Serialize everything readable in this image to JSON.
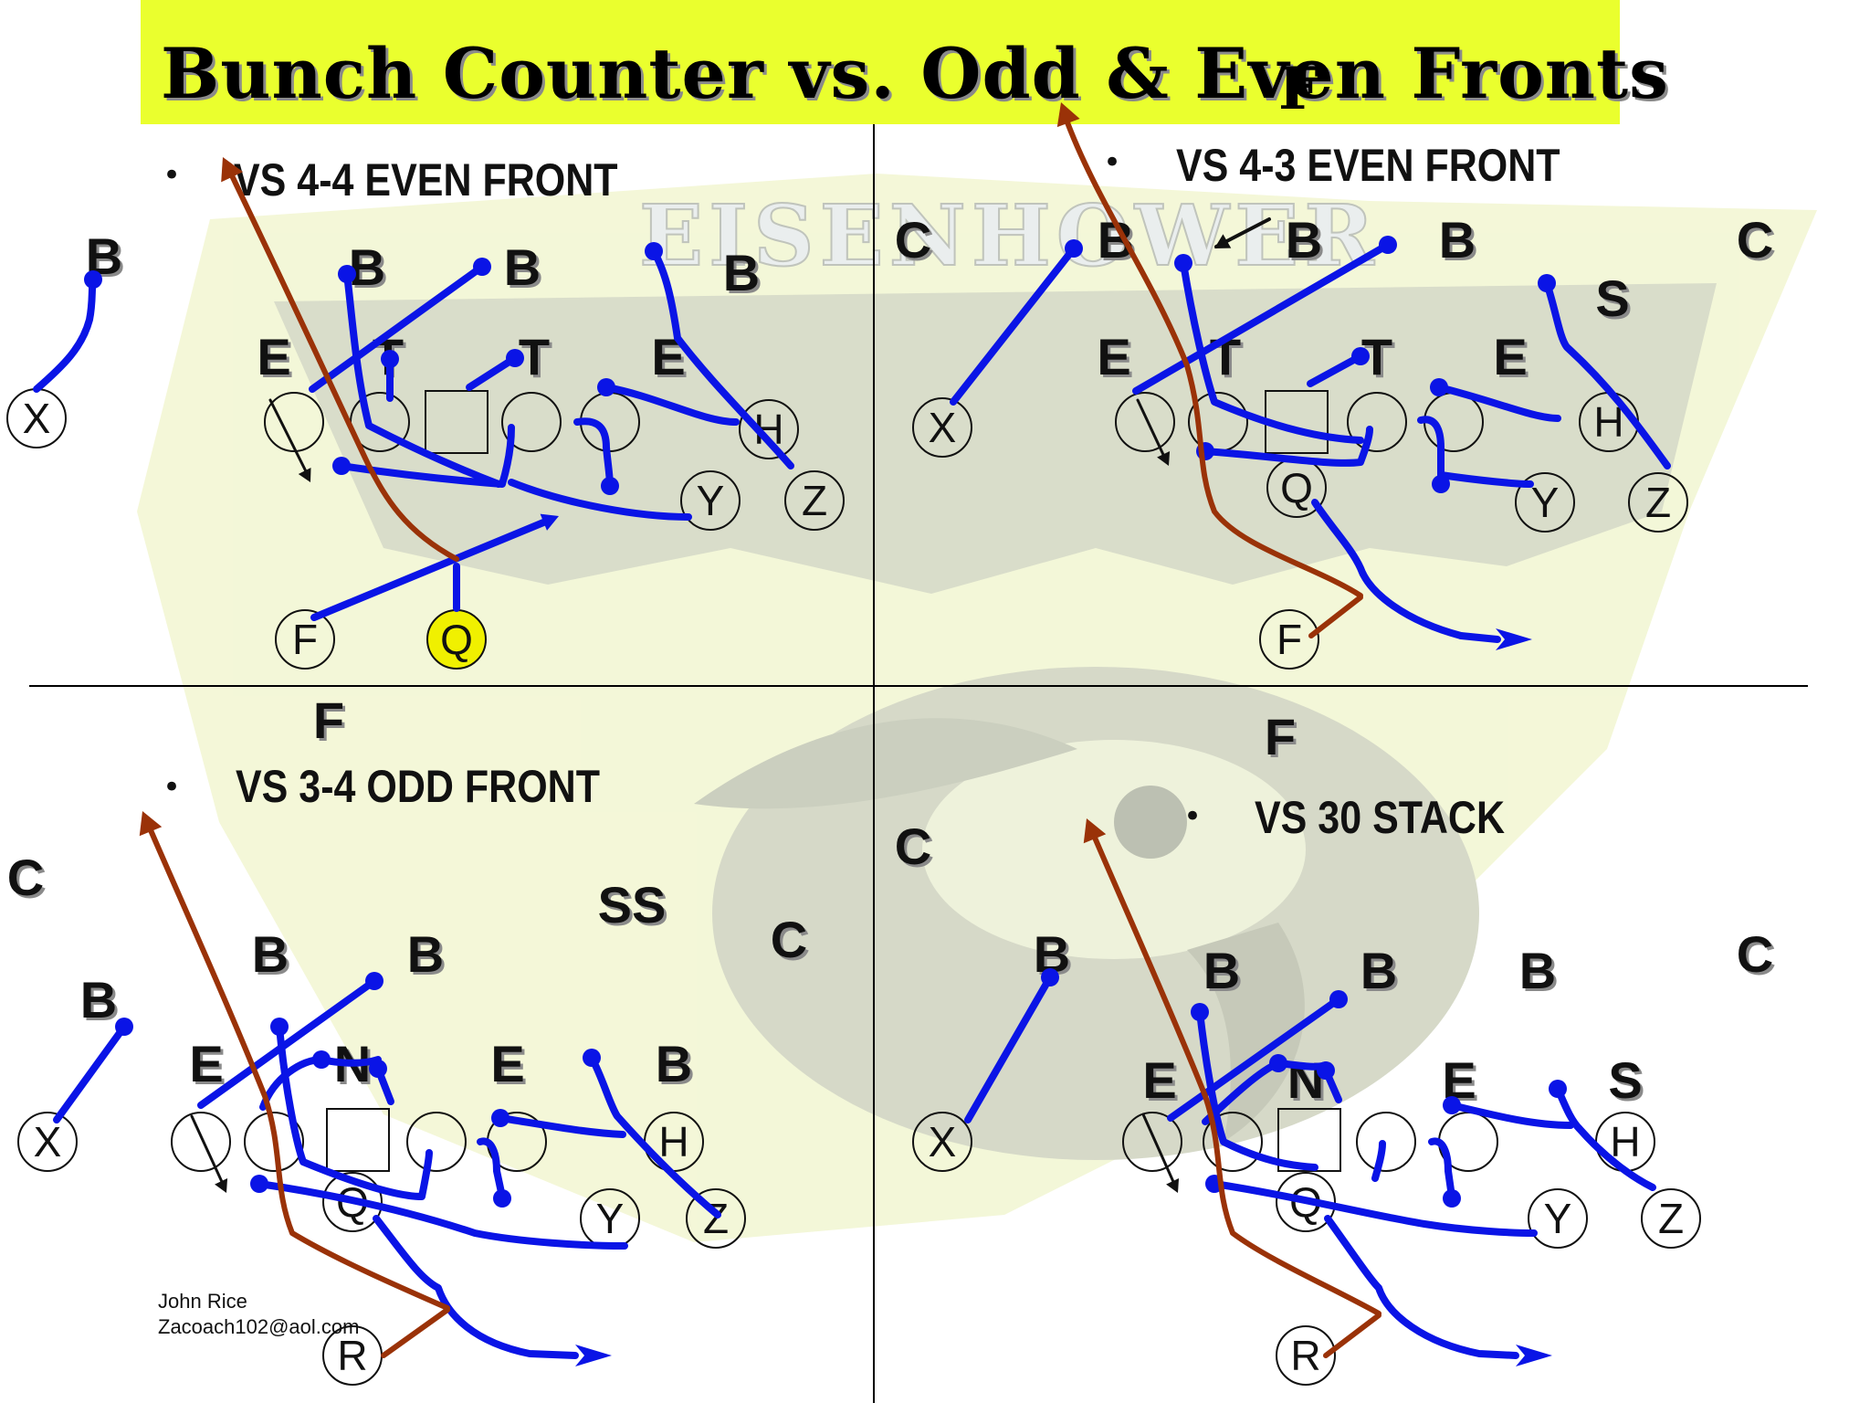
{
  "title": {
    "main": "Bunch Counter vs. Odd & Even Fronts",
    "overlay_letter": "F"
  },
  "quadrants": [
    {
      "id": "tl",
      "heading": "VS 4-4 EVEN FRONT"
    },
    {
      "id": "tr",
      "heading": "VS 4-3 EVEN FRONT"
    },
    {
      "id": "bl",
      "heading": "VS 3-4 ODD FRONT"
    },
    {
      "id": "br",
      "heading": "VS 30 STACK"
    }
  ],
  "bullet_char": "•",
  "watermark_text": "EISENHOWER",
  "credit": {
    "name": "John Rice",
    "email": "Zacoach102@aol.com"
  },
  "colors": {
    "title_bg": "#eaff2e",
    "route_blue": "#0a14e6",
    "ball_carrier_brown": "#9a3208",
    "qb_highlight": "#f0f000",
    "watermark_yellow": "#f4f8c8",
    "watermark_gray": "#cfd3c6"
  },
  "icons": {
    "blocking_arrow": "arrowhead",
    "route_arrow": "open-chevron-arrow"
  }
}
